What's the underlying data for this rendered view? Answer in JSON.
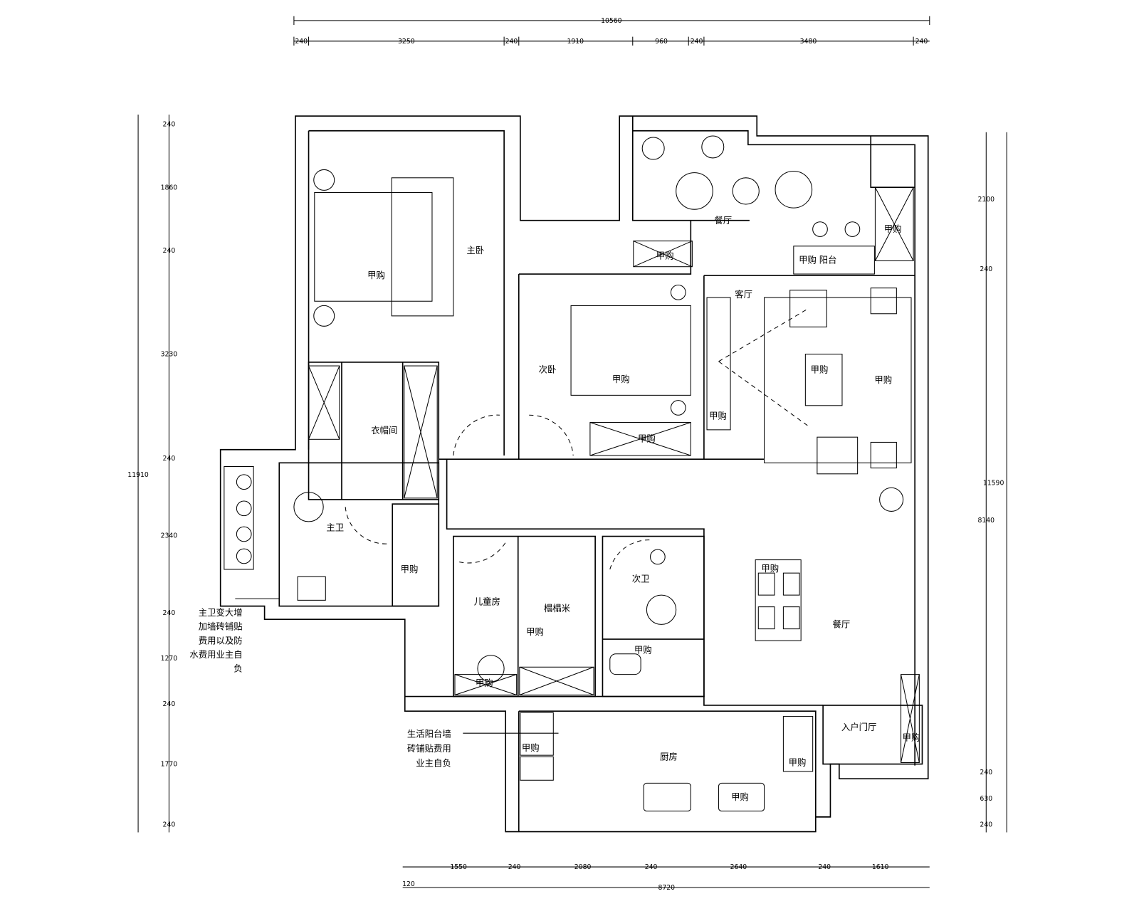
{
  "dimensions": {
    "top_total": "10560",
    "top": [
      "240",
      "3250",
      "240",
      "1910",
      "960",
      "240",
      "3480",
      "240"
    ],
    "left_total": "11910",
    "left": [
      "240",
      "1860",
      "240",
      "3230",
      "240",
      "2340",
      "240",
      "1270",
      "240",
      "1770",
      "240"
    ],
    "right_total": "11590",
    "right": [
      "2100",
      "240",
      "8140",
      "240",
      "630",
      "240"
    ],
    "bottom": [
      "1550",
      "240",
      "2080",
      "240",
      "2640",
      "240",
      "1610"
    ],
    "bottom_offset": "120",
    "bottom_total": "8720"
  },
  "rooms": {
    "master_bedroom": "主卧",
    "walk_in_closet": "衣帽间",
    "master_bath": "主卫",
    "second_bedroom": "次卧",
    "living_room": "客厅",
    "balcony_dining": "餐厅",
    "balcony_cabinet": "甲购 阳台",
    "kids_room": "儿童房",
    "tatami": "榻榻米",
    "second_bath": "次卫",
    "dining_room": "餐厅",
    "entry_hall": "入户门厅",
    "kitchen": "厨房"
  },
  "furniture_label": "甲购",
  "notes": {
    "master_bath_note": [
      "主卫变大增",
      "加墙砖铺贴",
      "费用以及防",
      "水费用业主自",
      "负"
    ],
    "utility_balcony_note": [
      "生活阳台墙",
      "砖铺贴费用",
      "业主自负"
    ]
  }
}
